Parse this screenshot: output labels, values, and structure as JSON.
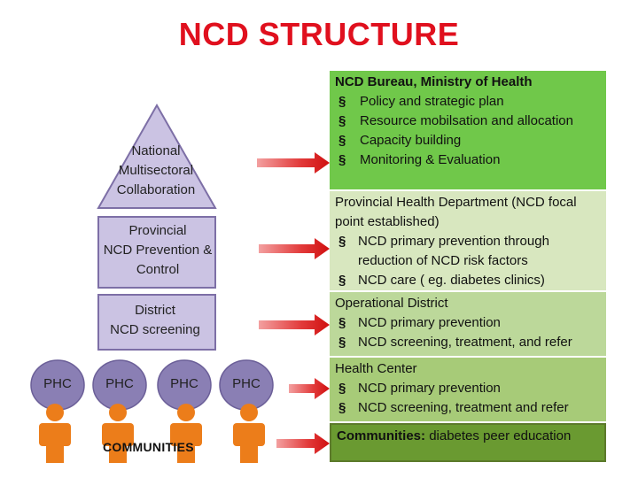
{
  "title": "NCD STRUCTURE",
  "pyramid": {
    "national": [
      "National",
      "Multisectoral",
      "Collaboration"
    ],
    "provincial": [
      "Provincial",
      "NCD Prevention &",
      "Control"
    ],
    "district": [
      "District",
      "NCD screening"
    ]
  },
  "phc_labels": [
    "PHC",
    "PHC",
    "PHC",
    "PHC"
  ],
  "communities_label": "COMMUNITIES",
  "boxes": {
    "bureau": {
      "heading": "NCD Bureau, Ministry of Health",
      "items": [
        "Policy and strategic plan",
        "Resource mobilsation and allocation",
        "Capacity building",
        "Monitoring & Evaluation"
      ]
    },
    "provincial": {
      "heading": "Provincial Health Department (NCD focal point established)",
      "items": [
        "NCD primary prevention through reduction of NCD risk factors",
        "NCD care ( eg. diabetes clinics)"
      ]
    },
    "district": {
      "heading": "Operational District",
      "items": [
        "NCD primary prevention",
        "NCD screening, treatment, and refer"
      ]
    },
    "health_center": {
      "heading": "Health Center",
      "items": [
        "NCD primary prevention",
        "NCD screening, treatment and refer"
      ]
    },
    "communities": {
      "heading": "Communities:",
      "text": "diabetes peer education"
    }
  },
  "colors": {
    "title": "#e0101e",
    "pyramid_fill": "#cbc3e3",
    "pyramid_stroke": "#7d6fa6",
    "phc_fill": "#8a7fb4",
    "arrow": "#e0101e",
    "person": "#ec7d1a"
  }
}
